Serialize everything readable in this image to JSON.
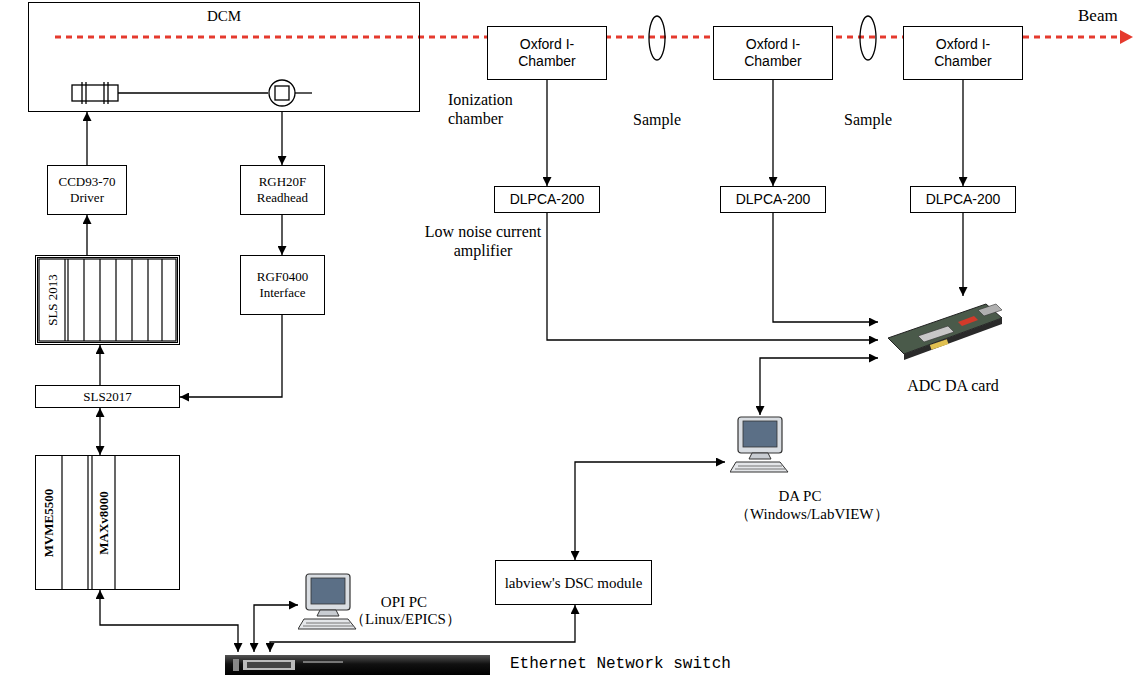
{
  "diagram": {
    "nodes": [
      {
        "text": [
          "DCM"
        ]
      },
      {
        "text": [
          "Oxford I-Chamber"
        ]
      },
      {
        "text": [
          "Oxford I-Chamber"
        ]
      },
      {
        "text": [
          "Oxford I-Chamber"
        ]
      },
      {
        "text": [
          "CCD93-70 Driver"
        ]
      },
      {
        "text": [
          "RGH20F Readhead"
        ]
      },
      {
        "text": [
          "DLPCA-200"
        ]
      },
      {
        "text": [
          "DLPCA-200"
        ]
      },
      {
        "text": [
          "DLPCA-200"
        ]
      },
      {
        "text": [
          "RGF0400 Interface"
        ]
      },
      {
        "text": [
          "SLS 2013"
        ]
      },
      {
        "text": [
          "SLS2017"
        ]
      },
      {
        "text": [
          "MVME5500",
          "MAXv8000"
        ]
      },
      {
        "text": [
          "OPI PC （Linux/EPICS）"
        ]
      },
      {
        "text": [
          "labview's DSC module"
        ]
      },
      {
        "text": [
          "DA PC （Windows/LabVIEW）"
        ]
      },
      {
        "text": [
          "ADC DA card"
        ]
      },
      {
        "text": [
          "Ethernet Network switch"
        ]
      }
    ],
    "edges": [
      {
        "from": 4,
        "to": 0,
        "arrow": "to"
      },
      {
        "from": 0,
        "to": 5,
        "arrow": "to"
      },
      {
        "from": 10,
        "to": 4,
        "arrow": "to"
      },
      {
        "from": 5,
        "to": 9,
        "arrow": "to"
      },
      {
        "from": 9,
        "to": 11,
        "arrow": "to"
      },
      {
        "from": 11,
        "to": 10,
        "arrow": "to"
      },
      {
        "from": 11,
        "to": 12,
        "arrow": "both"
      },
      {
        "from": 12,
        "to": 17,
        "arrow": "both"
      },
      {
        "from": 13,
        "to": 17,
        "arrow": "both"
      },
      {
        "from": 14,
        "to": 17,
        "arrow": "both"
      },
      {
        "from": 14,
        "to": 15,
        "arrow": "both"
      },
      {
        "from": 15,
        "to": 16,
        "arrow": "both"
      },
      {
        "from": 1,
        "to": 6,
        "arrow": "to"
      },
      {
        "from": 2,
        "to": 7,
        "arrow": "to"
      },
      {
        "from": 3,
        "to": 8,
        "arrow": "to"
      },
      {
        "from": 6,
        "to": 16,
        "arrow": "to"
      },
      {
        "from": 7,
        "to": 16,
        "arrow": "to"
      },
      {
        "from": 8,
        "to": 16,
        "arrow": "to"
      }
    ],
    "labels": [
      "Beam",
      "Ionization chamber",
      "Sample",
      "Sample",
      "Low noise current amplifier"
    ]
  }
}
